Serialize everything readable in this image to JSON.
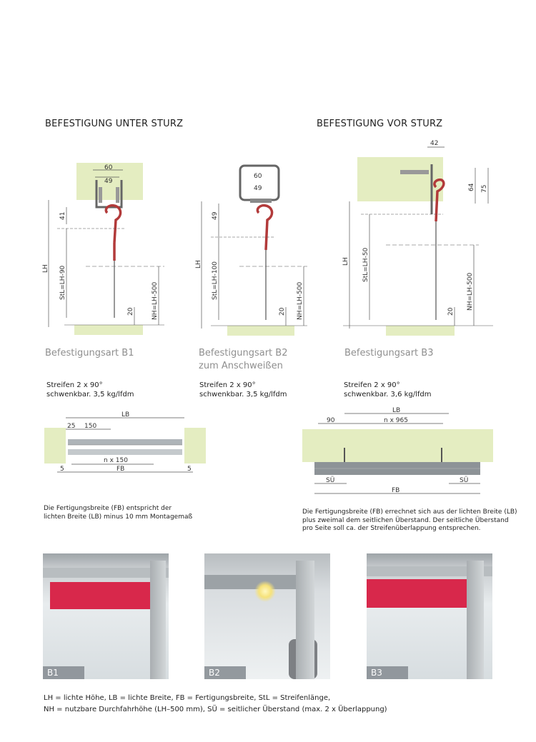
{
  "headings": {
    "left": "BEFESTIGUNG UNTER STURZ",
    "right": "BEFESTIGUNG VOR STURZ"
  },
  "types": [
    {
      "title": "Befestigungsart B1",
      "subtitle": "",
      "spec1": "Streifen 2 x 90°",
      "spec2": "schwenkbar. 3,5 kg/lfdm"
    },
    {
      "title": "Befestigungsart B2",
      "subtitle": "zum Anschweißen",
      "spec1": "Streifen 2 x 90°",
      "spec2": "schwenkbar. 3,5 kg/lfdm"
    },
    {
      "title": "Befestigungsart B3",
      "subtitle": "",
      "spec1": "Streifen 2 x 90°",
      "spec2": "schwenkbar. 3,6 kg/lfdm"
    }
  ],
  "diagrams": {
    "b1": {
      "w60": "60",
      "w49": "49",
      "h41": "41",
      "lh": "LH",
      "stl": "StL=LH-90",
      "nh": "NH=LH-500",
      "h20": "20"
    },
    "b2": {
      "w60": "60",
      "w49": "49",
      "h49": "49",
      "lh": "LH",
      "stl": "StL=LH-100",
      "nh": "NH=LH-500",
      "h20": "20"
    },
    "b3": {
      "w42": "42",
      "h64": "64",
      "h75": "75",
      "lh": "LH",
      "stl": "StL=LH-50",
      "nh": "NH=LH-500",
      "h20": "20"
    }
  },
  "plan_left": {
    "lb": "LB",
    "d25": "25",
    "d150": "150",
    "n150": "n x 150",
    "d5a": "5",
    "fb": "FB",
    "d5b": "5"
  },
  "plan_right": {
    "lb": "LB",
    "d90": "90",
    "n965": "n x 965",
    "su1": "SÜ",
    "fb": "FB",
    "su2": "SÜ"
  },
  "notes": {
    "left": [
      "Die Fertigungsbreite (FB) entspricht der",
      "lichten Breite (LB) minus 10 mm Montagemaß"
    ],
    "right": [
      "Die Fertigungsbreite (FB) errechnet sich aus der lichten Breite (LB)",
      "plus zweimal dem seitlichen Überstand. Der seitliche Überstand",
      "pro Seite soll ca. der Streifenüberlappung entsprechen."
    ]
  },
  "photos": [
    {
      "label": "B1",
      "icon": "b1-photo"
    },
    {
      "label": "B2",
      "icon": "b2-welding-photo"
    },
    {
      "label": "B3",
      "icon": "b3-photo"
    }
  ],
  "legend": [
    "LH = lichte Höhe, LB = lichte Breite, FB = Fertigungsbreite, StL = Streifenlänge,",
    "NH = nutzbare Durchfahrhöhe (LH–500 mm), SÜ =  seitlicher Überstand (max. 2 x Überlappung)"
  ],
  "colors": {
    "wall": "#e4edc1",
    "strip": "#b23a3a",
    "dim": "#555555",
    "curtain_red": "#d8284b"
  }
}
